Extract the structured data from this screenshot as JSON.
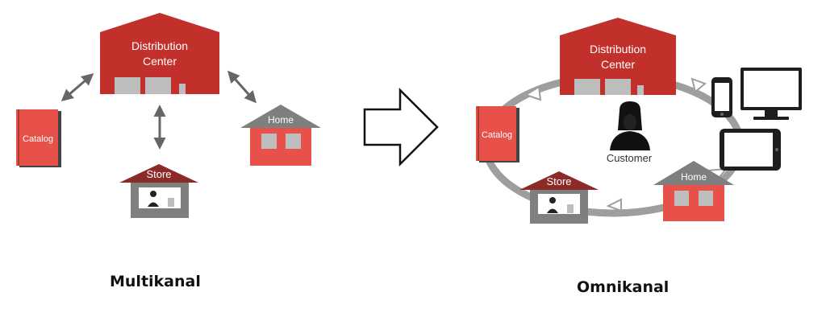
{
  "multi": {
    "dc_line1": "Distribution",
    "dc_line2": "Center",
    "catalog": "Catalog",
    "store": "Store",
    "home": "Home",
    "caption": "Multikanal"
  },
  "omni": {
    "dc_line1": "Distribution",
    "dc_line2": "Center",
    "catalog": "Catalog",
    "store": "Store",
    "home": "Home",
    "customer": "Customer",
    "caption": "Omnikanal"
  },
  "colors": {
    "red": "#c2302b",
    "red_light": "#e8504a",
    "gray": "#7f7f7f",
    "dark_red": "#8b2a26"
  }
}
